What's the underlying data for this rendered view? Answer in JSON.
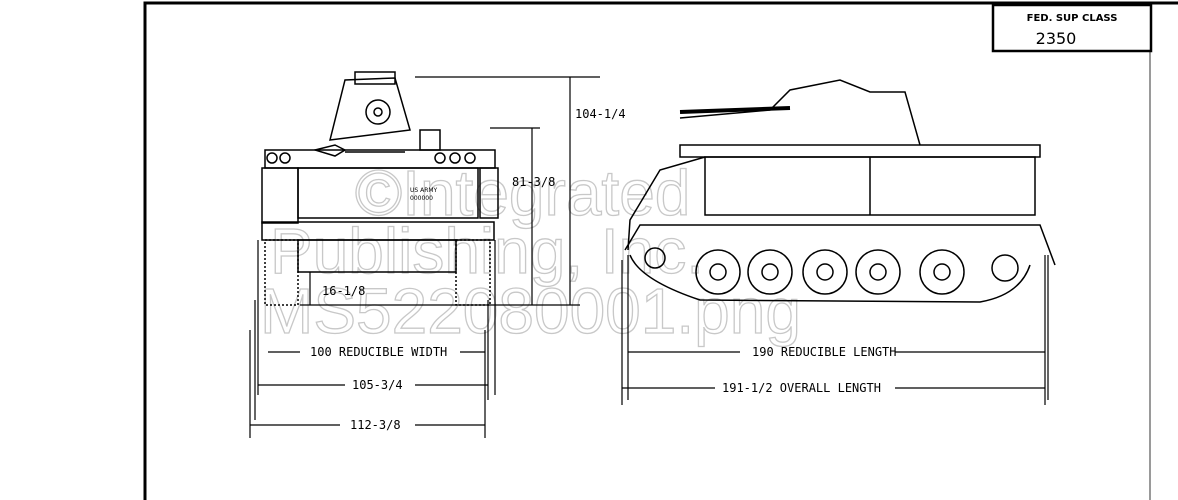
{
  "title_block": {
    "label": "FED. SUP CLASS",
    "value": "2350"
  },
  "dimensions": {
    "overall_height": "104-1/4",
    "reducible_height": "81-3/8",
    "ground_clearance": "16-1/8",
    "reducible_width": "100 REDUCIBLE WIDTH",
    "track_width": "105-3/4",
    "overall_width": "112-3/8",
    "reducible_length": "190 REDUCIBLE LENGTH",
    "overall_length": "191-1/2 OVERALL LENGTH"
  },
  "vehicle_marking": {
    "line1": "US ARMY",
    "line2": "000000"
  },
  "watermark": {
    "line1": "©Integrated",
    "line2": "Publishing, Inc.",
    "line3": "MS522080001.png"
  }
}
